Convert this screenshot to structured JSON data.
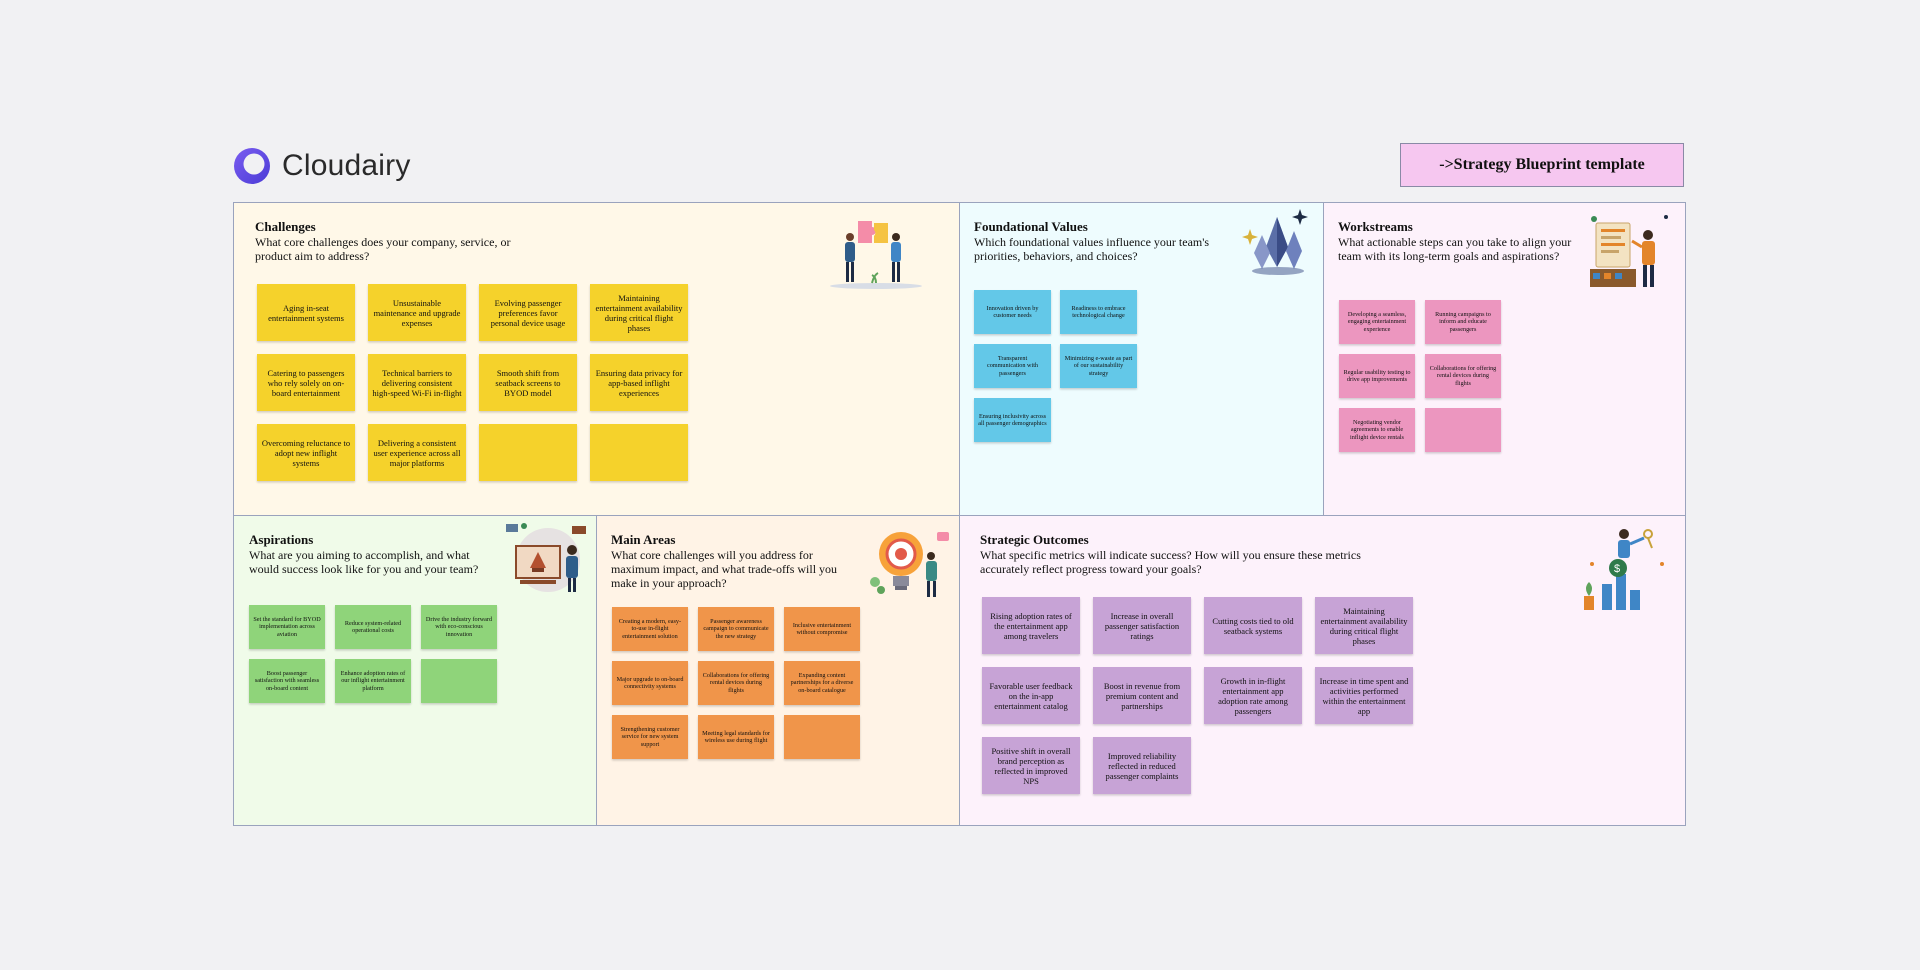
{
  "brand": {
    "name": "Cloudairy"
  },
  "template_button": {
    "label": "->Strategy Blueprint template"
  },
  "colors": {
    "challenges_bg": "#fff8e8",
    "challenges_note": "#f5d22b",
    "foundational_bg": "#eefcfe",
    "foundational_note": "#63c8e8",
    "workstreams_bg": "#fdf2fb",
    "workstreams_note": "#ec96bf",
    "aspirations_bg": "#f0fbe9",
    "aspirations_note": "#8fd47a",
    "main_areas_bg": "#fff3e6",
    "main_areas_note": "#f0954a",
    "outcomes_bg": "#fdf2fb",
    "outcomes_note": "#c7a3d6"
  },
  "challenges": {
    "title": "Challenges",
    "description": "What core challenges does your company, service, or product aim to address?",
    "notes": [
      "Aging in-seat entertainment systems",
      "Unsustainable maintenance and upgrade expenses",
      "Evolving passenger preferences favor personal device usage",
      "Maintaining entertainment availability during critical flight phases",
      "Catering to passengers who rely solely on on-board entertainment",
      "Technical barriers to delivering consistent high-speed Wi-Fi in-flight",
      "Smooth shift from seatback screens to BYOD model",
      "Ensuring data privacy for app-based inflight experiences",
      "Overcoming reluctance to adopt new inflight systems",
      "Delivering a consistent user experience across all major platforms",
      "",
      ""
    ]
  },
  "foundational": {
    "title": "Foundational Values",
    "description": "Which foundational values influence your team's priorities, behaviors, and choices?",
    "notes": [
      "Innovation driven by customer needs",
      "Readiness to embrace technological change",
      "Transparent communication with passengers",
      "Minimizing e-waste as part of our sustainability strategy",
      "Ensuring inclusivity across all passenger demographics"
    ]
  },
  "workstreams": {
    "title": "Workstreams",
    "description": "What actionable steps can you take to align your team with its long-term goals and aspirations?",
    "notes": [
      "Developing a seamless, engaging entertainment experience",
      "Running campaigns to inform and educate passengers",
      "Regular usability testing to drive app improvements",
      "Collaborations for offering rental devices during flights",
      "Negotiating vendor agreements to enable inflight device rentals",
      ""
    ]
  },
  "aspirations": {
    "title": "Aspirations",
    "description": "What are you aiming to accomplish, and what would success look like for you and your team?",
    "notes": [
      "Set the standard for BYOD implementation across aviation",
      "Reduce system-related operational costs",
      "Drive the industry forward with eco-conscious innovation",
      "Boost passenger satisfaction with seamless on-board content",
      "Enhance adoption rates of our inflight entertainment platform",
      ""
    ]
  },
  "main_areas": {
    "title": "Main Areas",
    "description": "What core challenges will you address for maximum impact, and what trade-offs will you make in your approach?",
    "notes": [
      "Creating a modern, easy-to-use in-flight entertainment solution",
      "Passenger awareness campaign to communicate the new strategy",
      "Inclusive entertainment without compromise",
      "Major upgrade to on-board connectivity systems",
      "Collaborations for offering rental devices during flights",
      "Expanding content partnerships for a diverse on-board catalogue",
      "Strengthening customer service for new system support",
      "Meeting legal standards for wireless use during flight",
      ""
    ]
  },
  "outcomes": {
    "title": "Strategic Outcomes",
    "description": "What specific metrics will indicate success? How will you ensure these metrics accurately reflect progress toward your goals?",
    "notes": [
      "Rising adoption rates of the entertainment app among travelers",
      "Increase in overall passenger satisfaction ratings",
      "Cutting costs tied to old seatback systems",
      "Maintaining entertainment availability during critical flight phases",
      "Favorable user feedback on the in-app entertainment catalog",
      "Boost in revenue from premium content and partnerships",
      "Growth in in-flight entertainment app adoption rate among passengers",
      "Increase in time spent and activities performed within the entertainment app",
      "Positive shift in overall brand perception as reflected in improved NPS",
      "Improved reliability reflected in reduced passenger complaints"
    ]
  }
}
